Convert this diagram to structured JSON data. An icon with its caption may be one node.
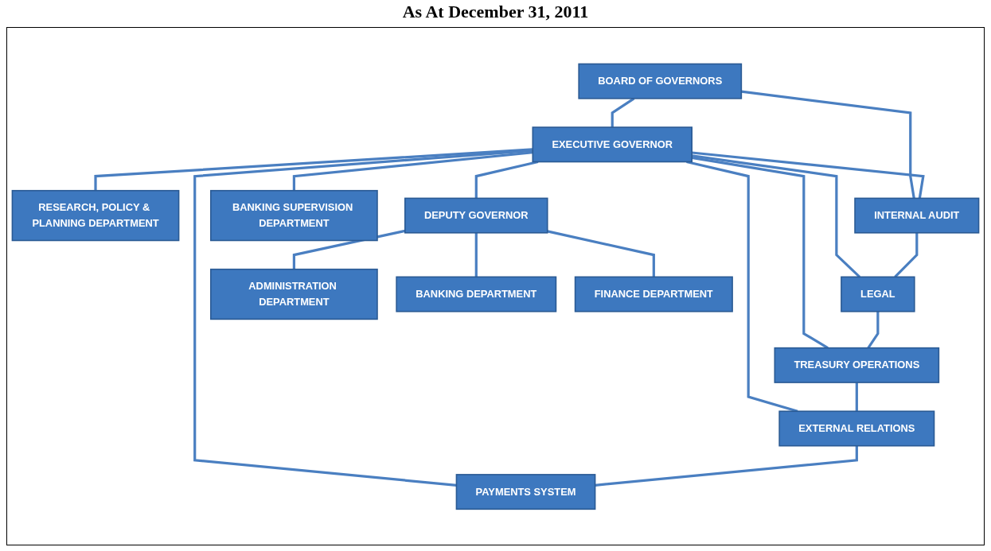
{
  "diagram": {
    "title": "As At December 31, 2011",
    "nodes": [
      {
        "text": [
          "BOARD OF GOVERNORS"
        ]
      },
      {
        "text": [
          "RESEARCH, POLICY & PLANNING DEPARTMENT"
        ]
      },
      {
        "text": [
          "EXECUTIVE GOVERNOR"
        ]
      },
      {
        "text": [
          "INTERNAL AUDIT"
        ]
      },
      {
        "text": [
          "LEGAL"
        ]
      },
      {
        "text": [
          "TREASURY OPERATIONS"
        ]
      },
      {
        "text": [
          "EXTERNAL RELATIONS"
        ]
      },
      {
        "text": [
          "PAYMENTS SYSTEM"
        ]
      },
      {
        "text": [
          "BANKING SUPERVISION DEPARTMENT"
        ]
      },
      {
        "text": [
          "DEPUTY GOVERNOR"
        ]
      },
      {
        "text": [
          "ADMINISTRATION DEPARTMENT"
        ]
      },
      {
        "text": [
          "BANKING DEPARTMENT"
        ]
      },
      {
        "text": [
          "FINANCE DEPARTMENT"
        ]
      }
    ],
    "edges": [
      {
        "from": 0,
        "to": 2,
        "arrow": "none"
      },
      {
        "from": 0,
        "to": 3,
        "arrow": "none"
      },
      {
        "from": 2,
        "to": 1,
        "arrow": "none"
      },
      {
        "from": 2,
        "to": 8,
        "arrow": "none"
      },
      {
        "from": 2,
        "to": 3,
        "arrow": "none"
      },
      {
        "from": 2,
        "to": 4,
        "arrow": "none"
      },
      {
        "from": 2,
        "to": 5,
        "arrow": "none"
      },
      {
        "from": 2,
        "to": 6,
        "arrow": "none"
      },
      {
        "from": 2,
        "to": 7,
        "arrow": "none"
      },
      {
        "from": 3,
        "to": 4,
        "arrow": "none"
      },
      {
        "from": 4,
        "to": 5,
        "arrow": "none"
      },
      {
        "from": 5,
        "to": 6,
        "arrow": "none"
      },
      {
        "from": 6,
        "to": 7,
        "arrow": "none"
      },
      {
        "from": 2,
        "to": 9,
        "arrow": "none"
      },
      {
        "from": 9,
        "to": 10,
        "arrow": "none"
      },
      {
        "from": 9,
        "to": 11,
        "arrow": "none"
      },
      {
        "from": 9,
        "to": 12,
        "arrow": "none"
      }
    ]
  }
}
